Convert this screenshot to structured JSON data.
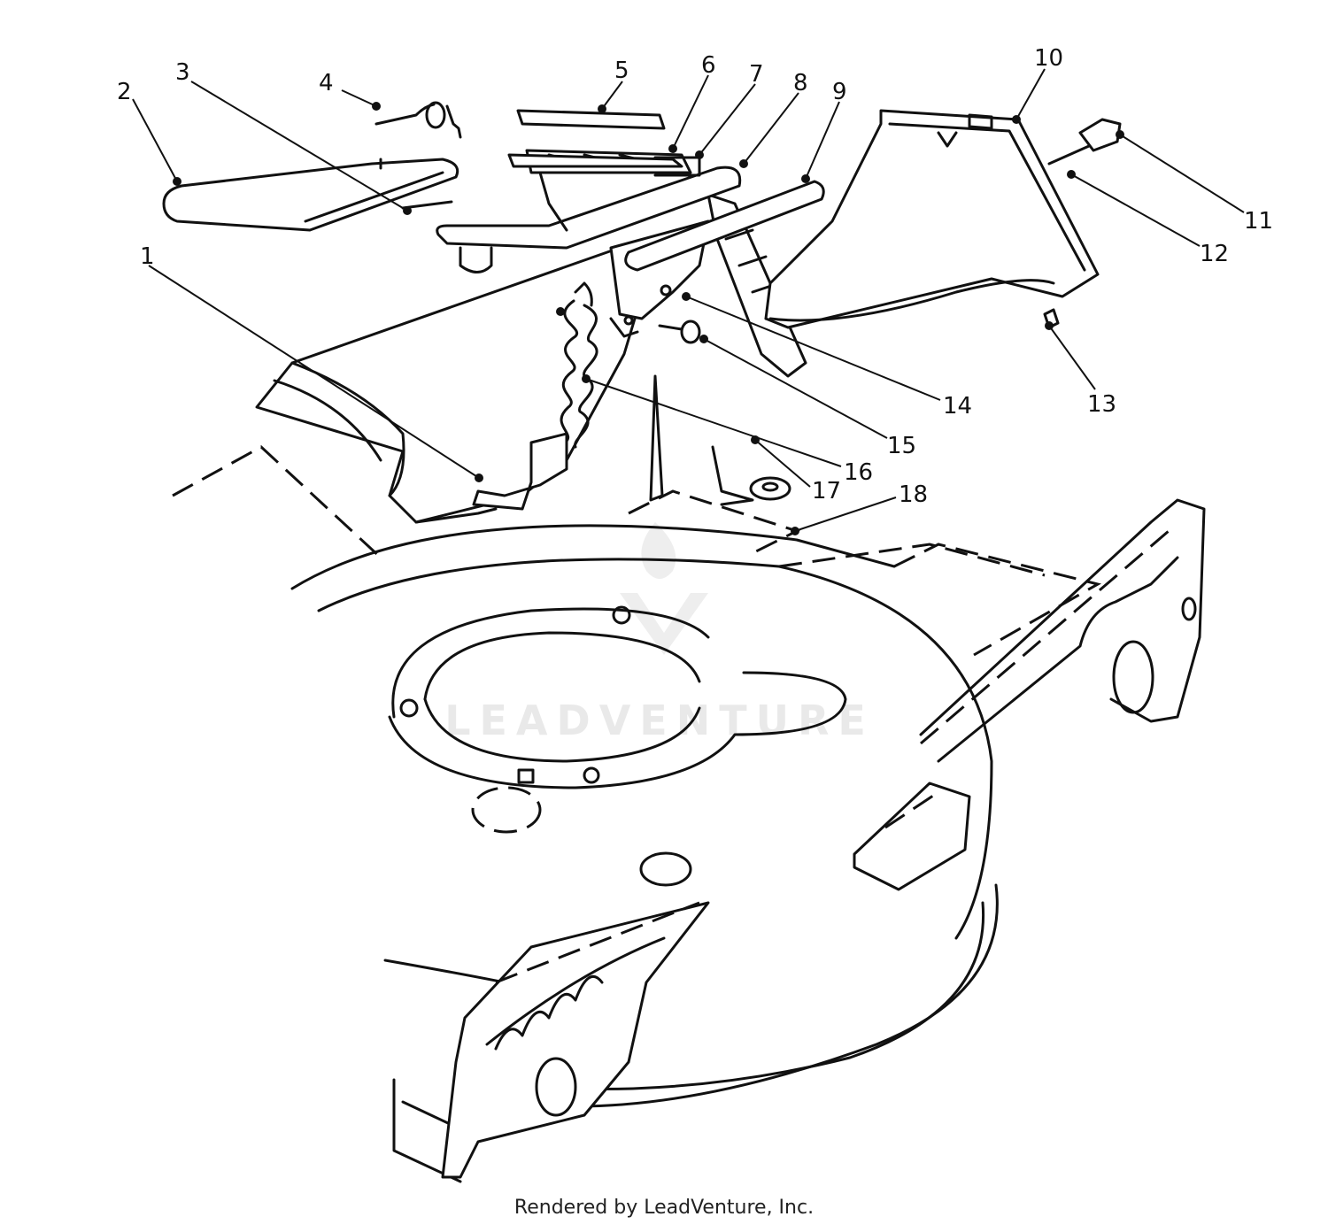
{
  "diagram": {
    "callouts": [
      "1",
      "2",
      "3",
      "4",
      "5",
      "6",
      "7",
      "8",
      "9",
      "10",
      "11",
      "12",
      "13",
      "14",
      "15",
      "16",
      "17",
      "18"
    ],
    "watermark": "LEADVENTURE",
    "credit": "Rendered by LeadVenture, Inc."
  },
  "colors": {
    "ink": "#111111",
    "paper": "#ffffff",
    "watermark": "#e9e9e9"
  }
}
